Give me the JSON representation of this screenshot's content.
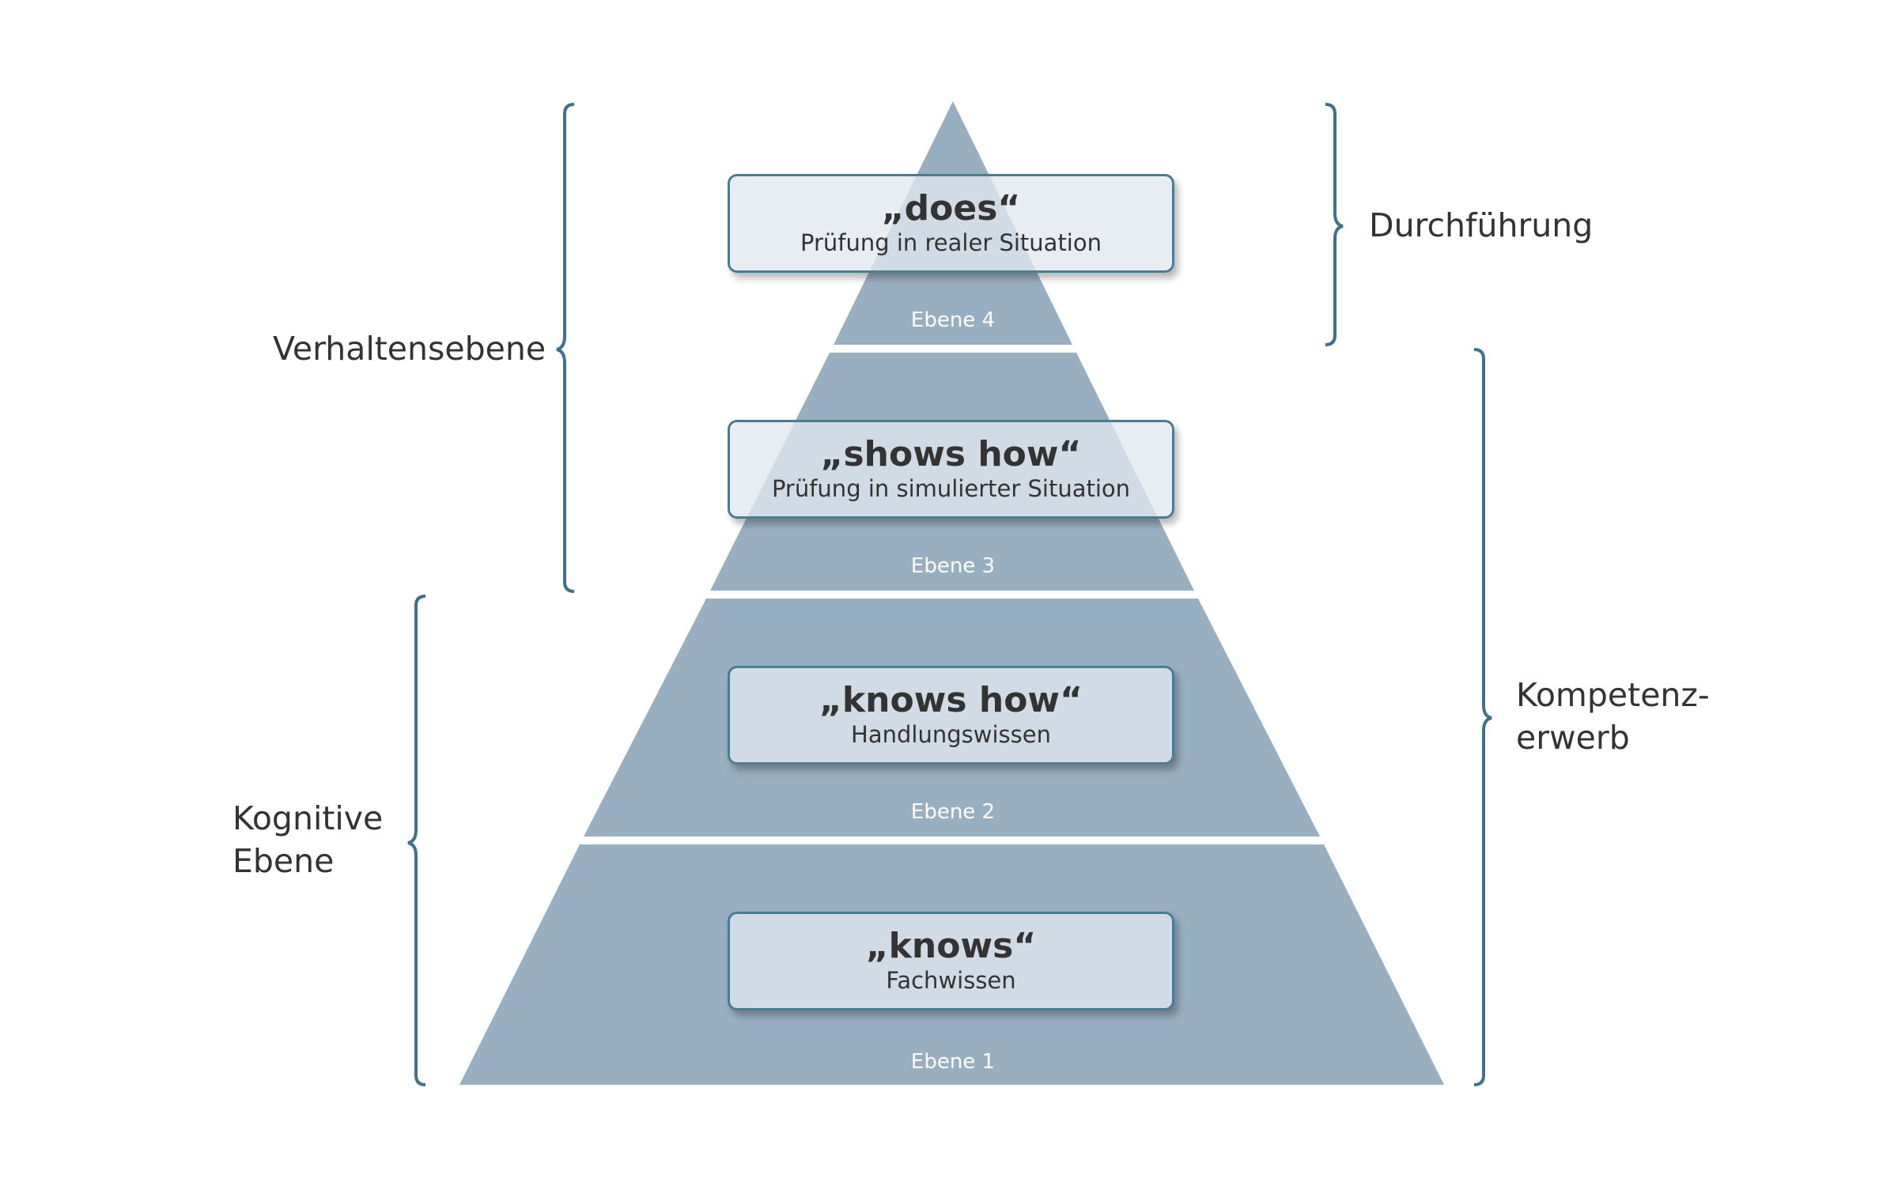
{
  "levels": [
    {
      "quote": "„does“",
      "description": "Prüfung in realer Situation",
      "ebene": "Ebene 4"
    },
    {
      "quote": "„shows how“",
      "description": "Prüfung in simulierter Situation",
      "ebene": "Ebene 3"
    },
    {
      "quote": "„knows how“",
      "description": "Handlungswissen",
      "ebene": "Ebene 2"
    },
    {
      "quote": "„knows“",
      "description": "Fachwissen",
      "ebene": "Ebene 1"
    }
  ],
  "side_labels": {
    "verhaltensebene": "Verhaltensebene",
    "kognitive_line1": "Kognitive",
    "kognitive_line2": "Ebene",
    "durchfuehrung": "Durchführung",
    "kompetenz_line1": "Kompetenz-",
    "kompetenz_line2": "erwerb"
  },
  "colors": {
    "pyramid": "#98aec1",
    "bracket": "#3f7189",
    "card_border": "#4a7c92",
    "text": "#333333"
  }
}
